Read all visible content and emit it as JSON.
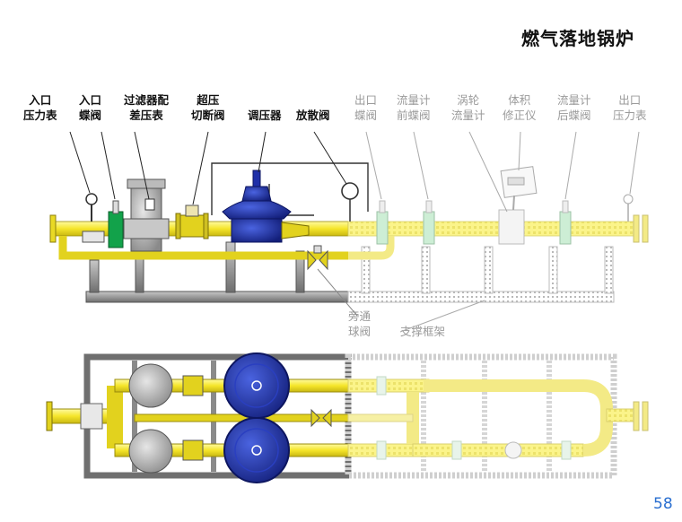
{
  "title": "燃气落地锅炉",
  "page_number": "58",
  "labels": {
    "inlet_pressure_gauge": [
      "入口",
      "压力表"
    ],
    "inlet_butterfly_valve": [
      "入口",
      "蝶阀"
    ],
    "filter_diff_gauge": [
      "过滤器配",
      "差压表"
    ],
    "overpressure_shutoff": [
      "超压",
      "切断阀"
    ],
    "regulator": "调压器",
    "relief_valve": "放散阀",
    "outlet_butterfly_valve": [
      "出口",
      "蝶阀"
    ],
    "pre_meter_valve": [
      "流量计",
      "前蝶阀"
    ],
    "turbine_meter": [
      "涡轮",
      "流量计"
    ],
    "volume_corrector": [
      "体积",
      "修正仪"
    ],
    "post_meter_valve": [
      "流量计",
      "后蝶阀"
    ],
    "outlet_pressure_gauge": [
      "出口",
      "压力表"
    ],
    "bypass_ball_valve": [
      "旁通",
      "球阀"
    ],
    "support_frame": "支撑框架"
  },
  "colors": {
    "pipe_yellow": "#f5e52a",
    "pipe_faded": "#fbf48a",
    "regulator_blue": "#1f2fa8",
    "frame_gray": "#8f8f8f",
    "page_number_blue": "#2a6fd0"
  }
}
